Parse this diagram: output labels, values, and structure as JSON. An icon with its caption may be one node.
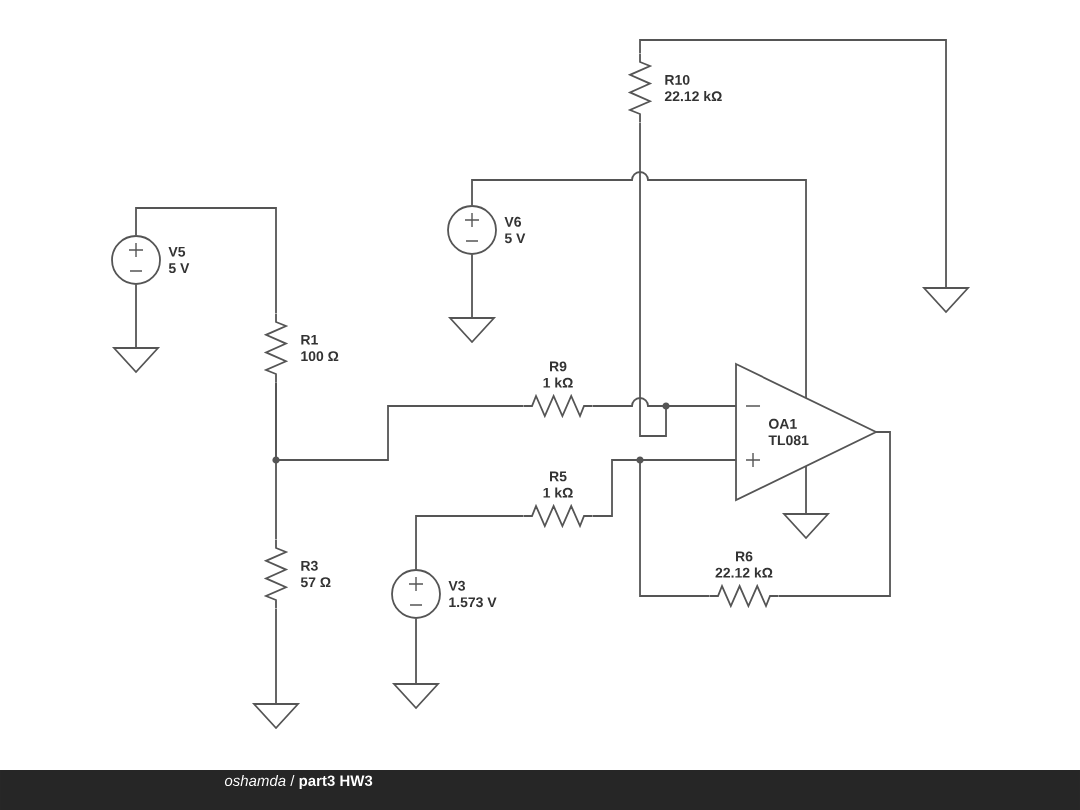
{
  "diagram": {
    "nodes": [
      {
        "text": [
          "V5",
          "5 V"
        ]
      },
      {
        "text": [
          "R10",
          "22.12 kΩ"
        ]
      },
      {
        "text": [
          "V6",
          "5 V"
        ]
      },
      {
        "text": [],
        "shape": "ground"
      },
      {
        "text": [],
        "shape": "ground"
      },
      {
        "text": [],
        "shape": "ground"
      },
      {
        "text": [
          "R1",
          "100 Ω"
        ]
      },
      {
        "text": [
          "R9",
          "1 kΩ"
        ]
      },
      {
        "text": [
          "OA1",
          "TL081"
        ]
      },
      {
        "text": [
          "R5",
          "1 kΩ"
        ]
      },
      {
        "text": [],
        "shape": "ground"
      },
      {
        "text": [
          "R3",
          "57 Ω"
        ]
      },
      {
        "text": [
          "V3",
          "1.573 V"
        ]
      },
      {
        "text": [
          "R6",
          "22.12 kΩ"
        ]
      },
      {
        "text": [],
        "shape": "ground"
      },
      {
        "text": [],
        "shape": "ground"
      }
    ],
    "edges": [
      {
        "from": 0,
        "to": 6,
        "arrow": "none"
      },
      {
        "from": 0,
        "to": 4,
        "arrow": "none"
      },
      {
        "from": 6,
        "to": 11,
        "arrow": "none"
      },
      {
        "from": 6,
        "to": 7,
        "arrow": "none"
      },
      {
        "from": 11,
        "to": 15,
        "arrow": "none"
      },
      {
        "from": 1,
        "to": 3,
        "arrow": "none"
      },
      {
        "from": 2,
        "to": 5,
        "arrow": "none"
      },
      {
        "from": 2,
        "to": 8,
        "arrow": "none"
      },
      {
        "from": 1,
        "to": 8,
        "arrow": "none"
      },
      {
        "from": 7,
        "to": 8,
        "arrow": "none"
      },
      {
        "from": 12,
        "to": 9,
        "arrow": "none"
      },
      {
        "from": 12,
        "to": 14,
        "arrow": "none"
      },
      {
        "from": 9,
        "to": 8,
        "arrow": "none"
      },
      {
        "from": 13,
        "to": 8,
        "arrow": "none"
      },
      {
        "from": 8,
        "to": 13,
        "arrow": "none"
      },
      {
        "from": 8,
        "to": 10,
        "arrow": "none"
      }
    ],
    "labels": [
      "*oshamda* / **part3 HW3**"
    ]
  }
}
